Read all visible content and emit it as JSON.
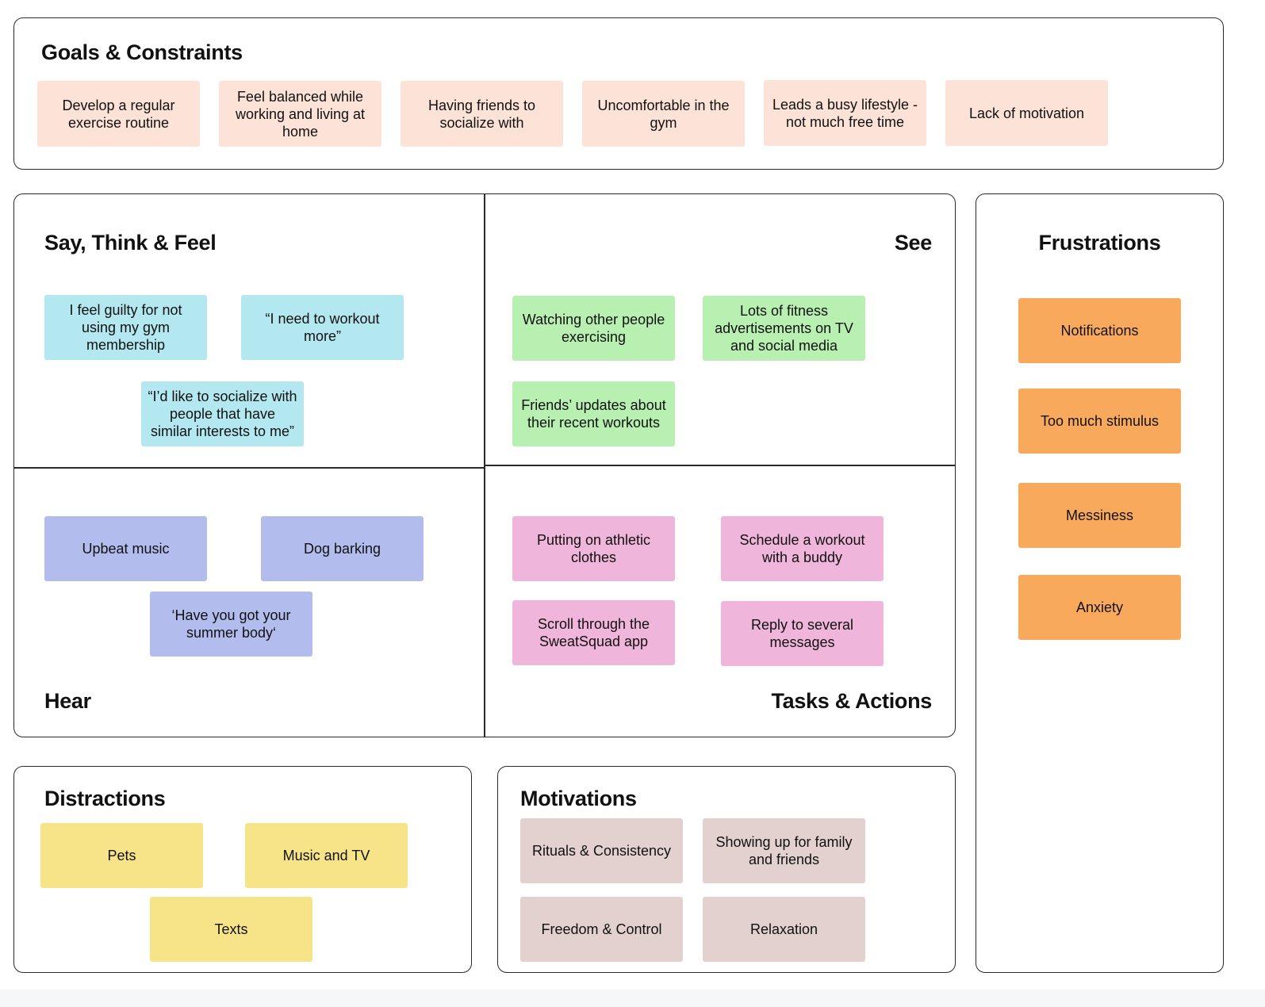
{
  "goals": {
    "title": "Goals & Constraints",
    "notes": [
      "Develop a regular exercise routine",
      "Feel balanced while working and living at home",
      "Having friends to socialize with",
      "Uncomfortable in the gym",
      "Leads a busy lifestyle - not much free time",
      "Lack of motivation"
    ]
  },
  "say_think_feel": {
    "title": "Say, Think & Feel",
    "notes": [
      "I feel guilty for not using my gym membership",
      "“I need to workout more”",
      "“I’d like to socialize with people that have similar interests to me”"
    ]
  },
  "see": {
    "title": "See",
    "notes": [
      "Watching other people exercising",
      "Lots of fitness advertisements on TV and social media",
      "Friends’ updates about their recent workouts"
    ]
  },
  "hear": {
    "title": "Hear",
    "notes": [
      "Upbeat music",
      "Dog barking",
      "‘Have you got your summer body‘"
    ]
  },
  "tasks": {
    "title": "Tasks & Actions",
    "notes": [
      "Putting on athletic clothes",
      "Schedule a workout with a buddy",
      "Scroll through the SweatSquad app",
      "Reply to several messages"
    ]
  },
  "frustrations": {
    "title": "Frustrations",
    "notes": [
      "Notifications",
      "Too much stimulus",
      "Messiness",
      "Anxiety"
    ]
  },
  "distractions": {
    "title": "Distractions",
    "notes": [
      "Pets",
      "Music and TV",
      "Texts"
    ]
  },
  "motivations": {
    "title": "Motivations",
    "notes": [
      "Rituals & Consistency",
      "Showing up for family and friends",
      "Freedom & Control",
      "Relaxation"
    ]
  },
  "colors": {
    "goals": "#fde2d8",
    "say_think_feel": "#b3e8f1",
    "see": "#b8f0b2",
    "hear": "#b2bdee",
    "tasks": "#f0b5da",
    "frustrations": "#f8a95c",
    "distractions": "#f8e488",
    "motivations": "#e3d1d0"
  }
}
